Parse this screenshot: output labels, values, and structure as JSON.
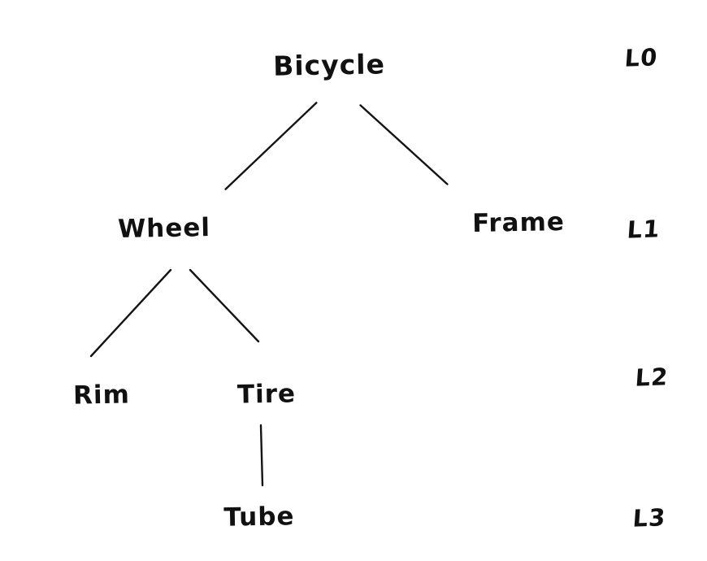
{
  "diagram": {
    "type": "tree",
    "style": "hand-drawn",
    "colors": {
      "ink": "#141414",
      "background": "#ffffff"
    },
    "nodes": [
      {
        "id": "bicycle",
        "label": "Bicycle",
        "level": "L0"
      },
      {
        "id": "wheel",
        "label": "Wheel",
        "level": "L1"
      },
      {
        "id": "frame",
        "label": "Frame",
        "level": "L1"
      },
      {
        "id": "rim",
        "label": "Rim",
        "level": "L2"
      },
      {
        "id": "tire",
        "label": "Tire",
        "level": "L2"
      },
      {
        "id": "tube",
        "label": "Tube",
        "level": "L3"
      }
    ],
    "edges": [
      {
        "from": "Bicycle",
        "to": "Wheel"
      },
      {
        "from": "Bicycle",
        "to": "Frame"
      },
      {
        "from": "Wheel",
        "to": "Rim"
      },
      {
        "from": "Wheel",
        "to": "Tire"
      },
      {
        "from": "Tire",
        "to": "Tube"
      }
    ],
    "level_labels": [
      "L0",
      "L1",
      "L2",
      "L3"
    ]
  }
}
